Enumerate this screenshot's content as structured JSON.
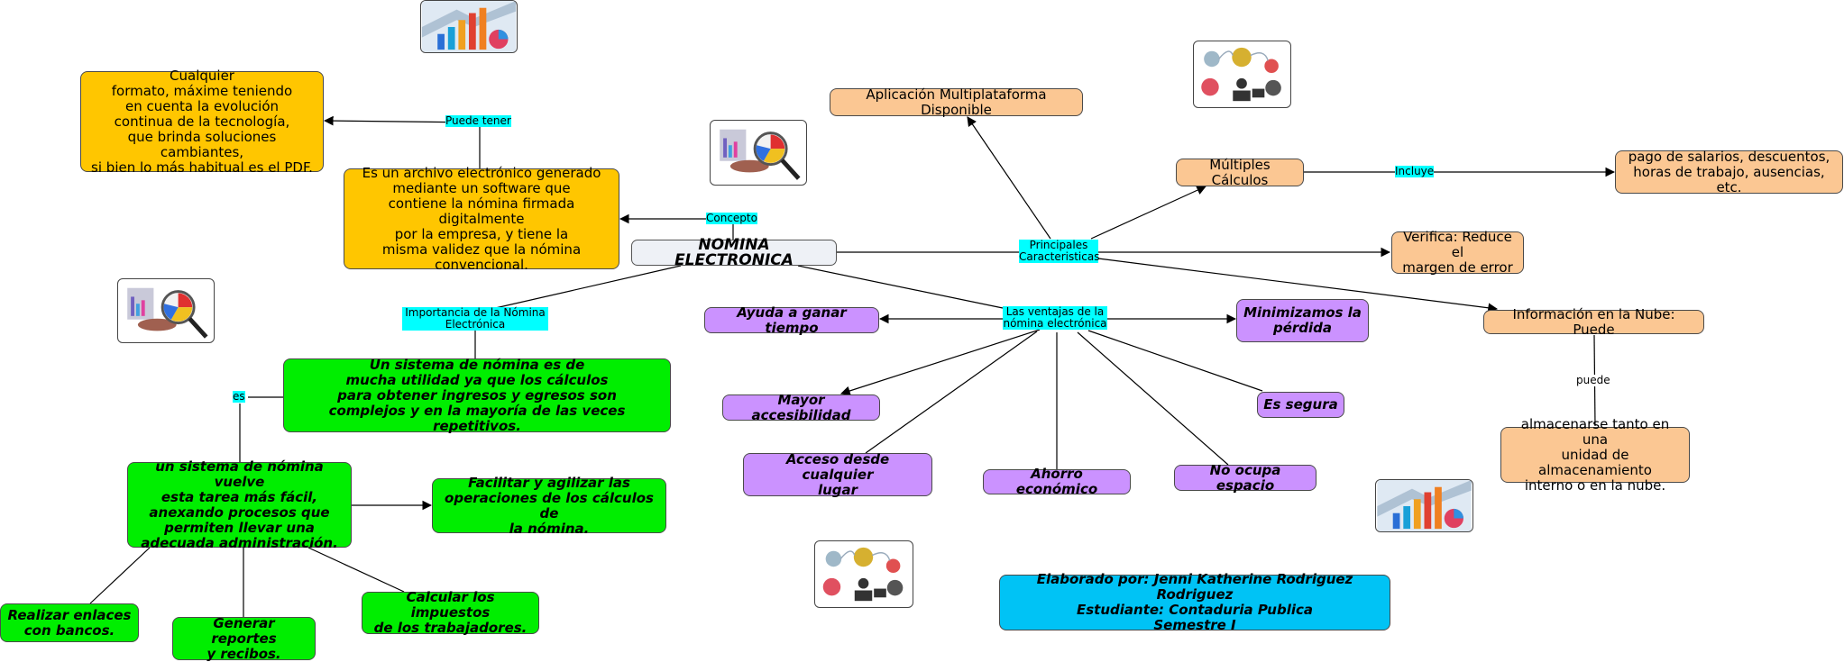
{
  "central": "NOMINA ELECTRONICA",
  "labels": {
    "concepto": "Concepto",
    "puede_tener": "Puede tener",
    "principales": "Principales\nCaracteristicas",
    "incluye": "Incluye",
    "puede": "puede",
    "ventajas": "Las ventajas de la\nnómina electrónica",
    "importancia": "Importancia de la Nómina\nElectrónica",
    "es": "es"
  },
  "nodes": {
    "concepto_def": "Es un archivo electrónico generado\nmediante un software que\ncontiene la nómina firmada digitalmente\npor la empresa, y tiene la\nmisma validez que la nómina\nconvencional.",
    "formato": "Cualquier\nformato, máxime teniendo\nen cuenta la evolución\ncontinua de la tecnología,\nque brinda soluciones cambiantes,\nsi bien lo más habitual es el PDF.",
    "app": "Aplicación Multiplataforma Disponible",
    "calculos": "Múltiples Cálculos",
    "pagos": "pago de salarios, descuentos,\nhoras de trabajo, ausencias, etc.",
    "verifica": "Verifica: Reduce el\nmargen de error",
    "nube": "Información en la Nube: Puede",
    "almacenarse": "almacenarse tanto en una\nunidad de almacenamiento\ninterno o en la nube.",
    "ayuda": "Ayuda a ganar tiempo",
    "minimizamos": "Minimizamos la\npérdida",
    "accesibilidad": "Mayor accesibilidad",
    "segura": "Es segura",
    "acceso": "Acceso desde cualquier\nlugar",
    "ahorro": "Ahorro económico",
    "espacio": "No ocupa espacio",
    "sistema_util": "Un sistema de nómina es de\nmucha utilidad ya que los cálculos\npara obtener ingresos y egresos son\ncomplejos y en la mayoría de las veces repetitivos.",
    "sistema_facil": "un sistema de nómina vuelve\nesta tarea más fácil,\nanexando procesos que\npermiten llevar una\nadecuada administración.",
    "facilitar": "Facilitar y agilizar las\noperaciones de los cálculos de\nla nómina.",
    "enlaces": "Realizar enlaces\ncon bancos.",
    "reportes": "Generar reportes\ny recibos.",
    "impuestos": "Calcular los impuestos\nde los trabajadores.",
    "credito": "Elaborado por: Jenni Katherine Rodriguez Rodriguez\nEstudiante: Contaduria Publica\nSemestre I"
  },
  "images": [
    "chart-picture",
    "analysis-picture",
    "business-icons-picture",
    "analysis-picture",
    "business-icons-picture",
    "chart-picture"
  ],
  "colors": {
    "yellow": "#ffc600",
    "peach": "#fbc793",
    "purple": "#cb92ff",
    "green": "#00ee00",
    "blue": "#00c3f5",
    "label_cyan": "#00ffff"
  }
}
